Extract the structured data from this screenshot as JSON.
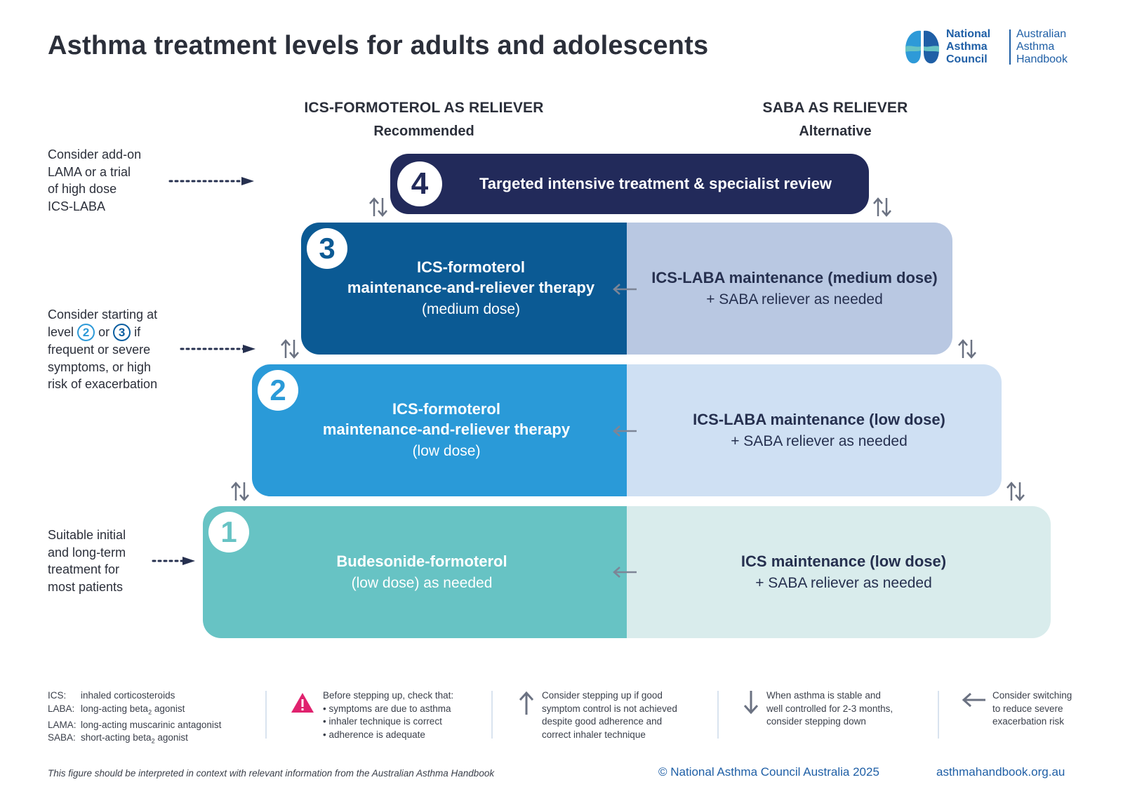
{
  "header": {
    "title": "Asthma treatment levels for adults and adolescents",
    "logo_line1": [
      "National",
      "Asthma",
      "Council"
    ],
    "logo_line2": [
      "Australian",
      "Asthma",
      "Handbook"
    ]
  },
  "columns": {
    "left_title": "ICS-FORMOTEROL AS RELIEVER",
    "left_subtitle": "Recommended",
    "right_title": "SABA AS RELIEVER",
    "right_subtitle": "Alternative"
  },
  "side_notes": {
    "note1": [
      "Consider add-on",
      "LAMA or a trial",
      "of high dose",
      "ICS-LABA"
    ],
    "note2_line1": "Consider starting at",
    "note2_level_word": "level",
    "note2_num_a": "2",
    "note2_or": "or",
    "note2_num_b": "3",
    "note2_if": "if",
    "note2_rest": [
      "frequent or severe",
      "symptoms, or high",
      "risk of exacerbation"
    ],
    "note3": [
      "Suitable initial",
      "and long-term",
      "treatment for",
      "most patients"
    ]
  },
  "levels": {
    "l4": {
      "number": "4",
      "text": "Targeted intensive treatment & specialist review"
    },
    "l3": {
      "number": "3",
      "left_head": [
        "ICS-formoterol",
        "maintenance-and-reliever therapy"
      ],
      "left_sub": "(medium dose)",
      "right_head": "ICS-LABA maintenance (medium dose)",
      "right_sub": "+ SABA reliever as needed"
    },
    "l2": {
      "number": "2",
      "left_head": [
        "ICS-formoterol",
        "maintenance-and-reliever therapy"
      ],
      "left_sub": "(low dose)",
      "right_head": "ICS-LABA maintenance (low dose)",
      "right_sub": "+ SABA reliever as needed"
    },
    "l1": {
      "number": "1",
      "left_head": "Budesonide-formoterol",
      "left_sub": "(low dose) as needed",
      "right_head": "ICS maintenance (low dose)",
      "right_sub": "+ SABA reliever as needed"
    }
  },
  "legend": {
    "abbrev": [
      {
        "key": "ICS:",
        "value": "inhaled corticosteroids"
      },
      {
        "key": "LABA:",
        "value": "long-acting beta",
        "sub": "2",
        "tail": " agonist"
      },
      {
        "key": "LAMA:",
        "value": "long-acting muscarinic antagonist"
      },
      {
        "key": "SABA:",
        "value": "short-acting beta",
        "sub": "2",
        "tail": " agonist"
      }
    ],
    "check_title": "Before stepping up, check that:",
    "check_items": [
      "symptoms are due to asthma",
      "inhaler technique is correct",
      "adherence is adequate"
    ],
    "step_up": [
      "Consider stepping up if good",
      "symptom control is not achieved",
      "despite good adherence and",
      "correct inhaler technique"
    ],
    "step_down": [
      "When asthma is stable and",
      "well controlled for 2-3 months,",
      "consider stepping down"
    ],
    "switch": [
      "Consider switching",
      "to reduce severe",
      "exacerbation risk"
    ]
  },
  "footer": {
    "note": "This figure should be interpreted in context with relevant information from the Australian Asthma Handbook",
    "copyright": "© National Asthma Council Australia 2025",
    "link": "asthmahandbook.org.au"
  },
  "colors": {
    "l4": "#222a5a",
    "l3_left": "#0b5a94",
    "l3_right": "#b9c8e2",
    "l2_left": "#2a9ad8",
    "l2_right": "#cfe0f3",
    "l1_left": "#67c3c4",
    "l1_right": "#d9ecec",
    "dark_text": "#26304f",
    "arrow_gray": "#6b7282",
    "warning": "#e0226e"
  }
}
